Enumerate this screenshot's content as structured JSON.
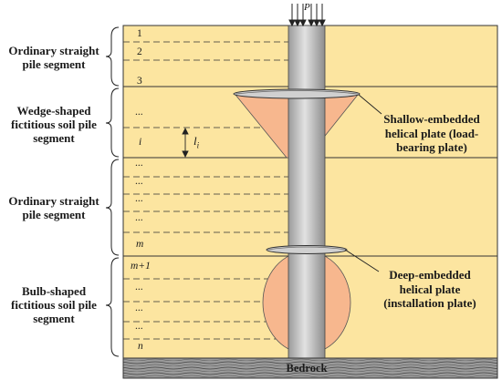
{
  "segments": {
    "ordinary_top": [
      "Ordinary straight",
      "pile segment"
    ],
    "wedge": [
      "Wedge-shaped",
      "fictitious soil pile",
      "segment"
    ],
    "ordinary_mid": [
      "Ordinary straight",
      "pile segment"
    ],
    "bulb": [
      "Bulb-shaped",
      "fictitious soil pile",
      "segment"
    ]
  },
  "layers": {
    "l1": "1",
    "l2": "2",
    "l3": "3",
    "dots_a": "...",
    "li": "i",
    "dots_b": "...",
    "dots_c": "...",
    "dots_d": "...",
    "dots_e": "...",
    "lm": "m",
    "lm1": "m+1",
    "dots_f": "...",
    "dots_g": "...",
    "dots_h": "...",
    "ln": "n"
  },
  "thickness_label": "l",
  "thickness_sub": "i",
  "load_label": "P",
  "plates": {
    "shallow": [
      "Shallow-embedded",
      "helical plate (load-",
      "bearing plate)"
    ],
    "deep": [
      "Deep-embedded",
      "helical plate",
      "(installation plate)"
    ]
  },
  "bedrock": "Bedrock",
  "colors": {
    "soil": "#fce5a0",
    "fictitious": "#f7b78e",
    "pile": "#c8c8c8",
    "bedrock": "#8a8a8a"
  }
}
